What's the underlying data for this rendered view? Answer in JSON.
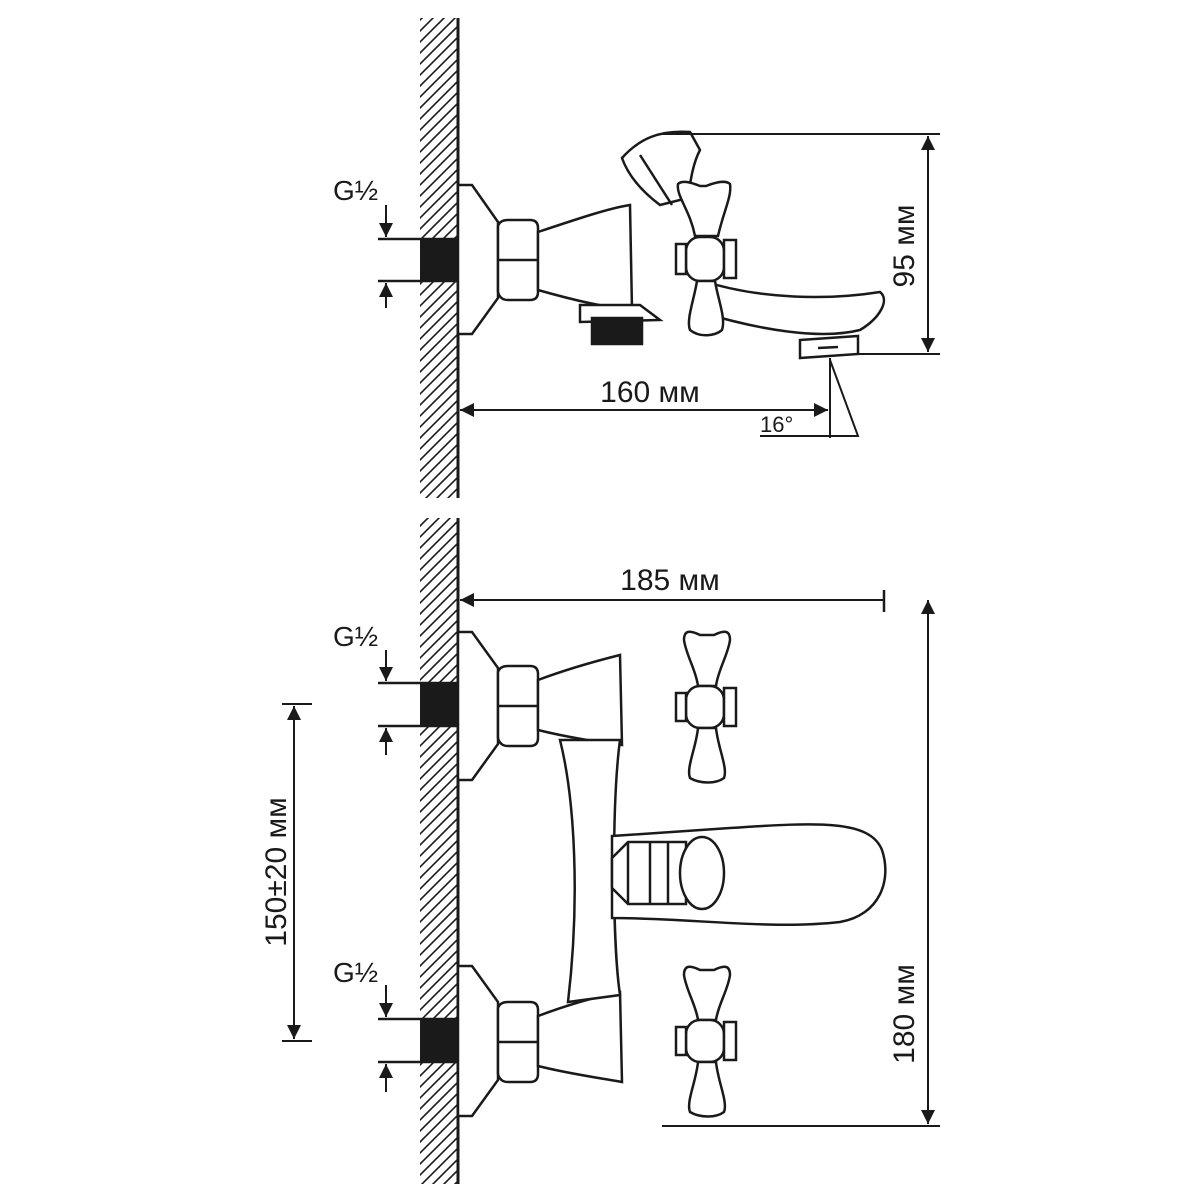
{
  "side_view": {
    "thread_label": "G½",
    "reach_dimension": "160 мм",
    "height_dimension": "95 мм",
    "spout_angle": "16°"
  },
  "front_view": {
    "width_dimension": "185 мм",
    "upper_thread_label": "G½",
    "lower_thread_label": "G½",
    "center_distance": "150±20 мм",
    "height_dimension": "180 мм"
  },
  "colors": {
    "line": "#1a1a1a",
    "background": "#ffffff"
  }
}
